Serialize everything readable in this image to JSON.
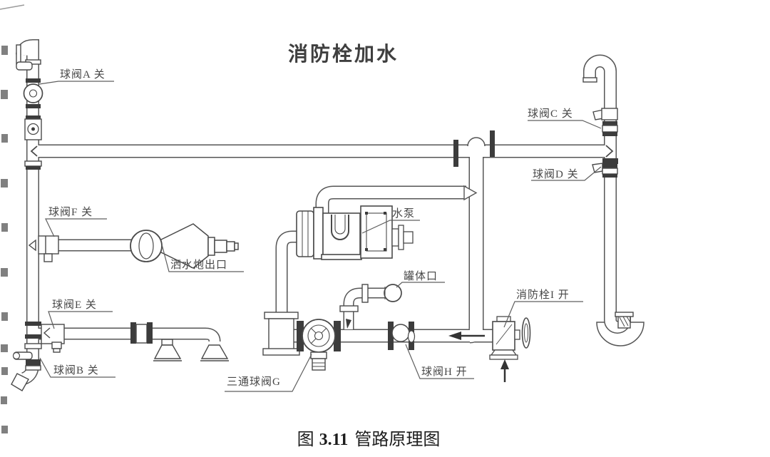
{
  "title": "消防栓加水",
  "caption": {
    "prefix": "图",
    "number": "3.11",
    "text": "管路原理图"
  },
  "labels": {
    "valve_a": "球阀A 关",
    "valve_c": "球阀C 关",
    "valve_d": "球阀D 关",
    "valve_f": "球阀F 关",
    "cannon_outlet": "洒水炮出口",
    "pump": "水泵",
    "tank_port": "罐体口",
    "hydrant_i": "消防栓I 开",
    "valve_e": "球阀E 关",
    "valve_b": "球阀B 关",
    "three_way_g": "三通球阀G",
    "valve_h": "球阀H 开"
  },
  "colors": {
    "line": "#565656",
    "dark_fitting": "#3c3c3c",
    "text": "#474747",
    "background": "#ffffff"
  }
}
